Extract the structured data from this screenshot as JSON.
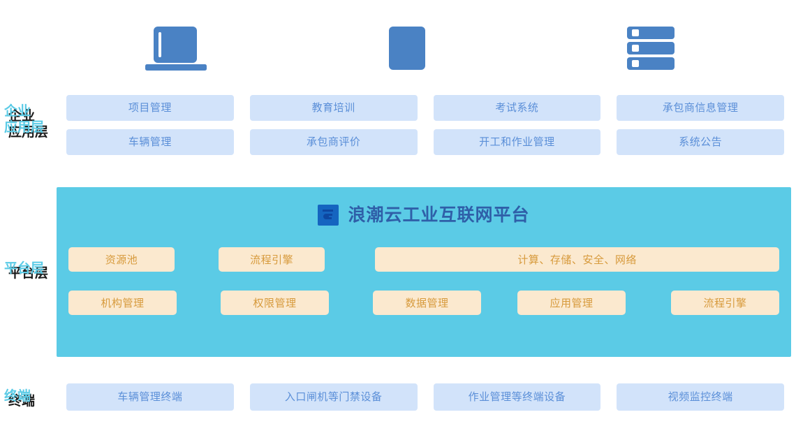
{
  "icons": [
    {
      "name": "laptop-icon",
      "label": "laptop"
    },
    {
      "name": "tablet-icon",
      "label": "tablet"
    },
    {
      "name": "server-rack-icon",
      "label": "server-rack"
    }
  ],
  "layers": {
    "application": {
      "label": "企业\n应用层",
      "cards": [
        "项目管理",
        "教育培训",
        "考试系统",
        "承包商信息管理",
        "车辆管理",
        "承包商评价",
        "开工和作业管理",
        "系统公告"
      ]
    },
    "platform": {
      "label": "平台层",
      "title": "浪潮云工业互联网平台",
      "logo_glyph": "云",
      "row1": [
        "资源池",
        "流程引擎",
        "计算、存储、安全、网络"
      ],
      "row2": [
        "机构管理",
        "权限管理",
        "数据管理",
        "应用管理",
        "流程引擎"
      ]
    },
    "terminal": {
      "label": "终端",
      "cards": [
        "车辆管理终端",
        "入口闸机等门禁设备",
        "作业管理等终端设备",
        "视频监控终端"
      ]
    }
  },
  "colors": {
    "app_card_bg": "#d2e3fa",
    "app_card_text": "#5b8fd8",
    "platform_bg": "#5bcbe6",
    "platform_card_bg": "#fbe9cf",
    "platform_card_text": "#d79a3c",
    "platform_title_text": "#2f5fa8",
    "logo_bg": "#1565c0",
    "icon_blue": "#4a82c4",
    "row_label": "#5bcbe6"
  }
}
